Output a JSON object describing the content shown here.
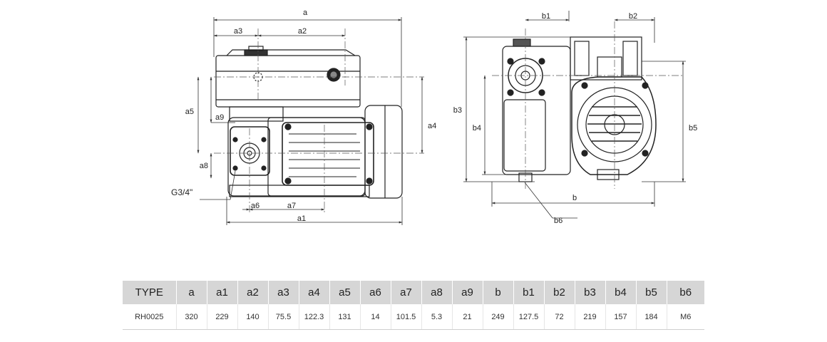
{
  "drawing": {
    "side_view_labels": {
      "a": "a",
      "a1": "a1",
      "a2": "a2",
      "a3": "a3",
      "a4": "a4",
      "a5": "a5",
      "a6": "a6",
      "a7": "a7",
      "a8": "a8",
      "a9": "a9",
      "port": "G3/4\""
    },
    "front_view_labels": {
      "b": "b",
      "b1": "b1",
      "b2": "b2",
      "b3": "b3",
      "b4": "b4",
      "b5": "b5",
      "b6": "b6"
    }
  },
  "table": {
    "headers": [
      "TYPE",
      "a",
      "a1",
      "a2",
      "a3",
      "a4",
      "a5",
      "a6",
      "a7",
      "a8",
      "a9",
      "b",
      "b1",
      "b2",
      "b3",
      "b4",
      "b5",
      "b6"
    ],
    "rows": [
      [
        "RH0025",
        "320",
        "229",
        "140",
        "75.5",
        "122.3",
        "131",
        "14",
        "101.5",
        "5.3",
        "21",
        "249",
        "127.5",
        "72",
        "219",
        "157",
        "184",
        "M6"
      ]
    ]
  }
}
